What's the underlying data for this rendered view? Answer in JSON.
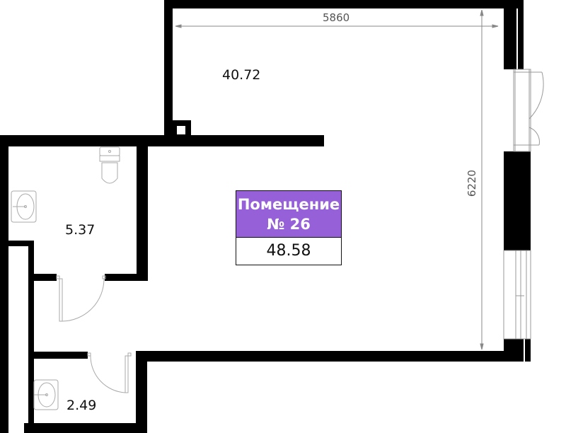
{
  "plan": {
    "room_number_title": "Помещение",
    "room_number_line": "№ 26",
    "total_area": "48.58",
    "accent_color": "#9660d8",
    "wall_color": "#000000"
  },
  "rooms": [
    {
      "name": "main-room",
      "area": "40.72"
    },
    {
      "name": "bathroom",
      "area": "5.37"
    },
    {
      "name": "wc",
      "area": "2.49"
    }
  ],
  "dimensions": {
    "width": "5860",
    "height": "6220"
  }
}
